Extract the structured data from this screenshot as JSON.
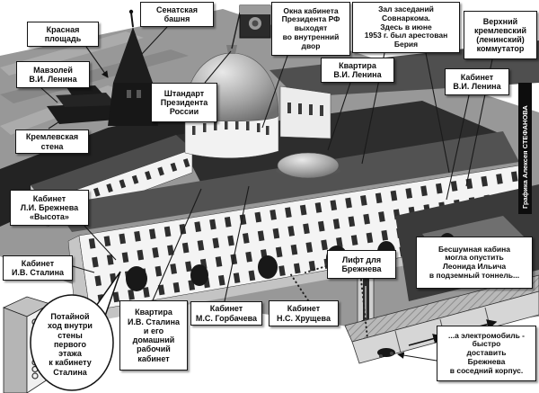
{
  "scene": {
    "credit": "Графика Алексея СТЕФАНОВА",
    "palette": {
      "label_bg": "#ffffff",
      "label_border": "#141414",
      "ground": "#989898",
      "dark_structure": "#1b1b1b",
      "facade": "#f4f4f4",
      "roof": "#525252"
    }
  },
  "callouts": {
    "red_square": {
      "text": "Красная\nплощадь"
    },
    "senate_tower": {
      "text": "Сенатская\nбашня"
    },
    "lenin_mausoleum": {
      "text": "Мавзолей\nВ.И. Ленина"
    },
    "presidential_standard": {
      "text": "Штандарт\nПрезидента\nРоссии"
    },
    "president_office_windows": {
      "text": "Окна кабинета\nПрезидента РФ\nвыходят\nво внутренний\nдвор"
    },
    "sovnarkom_hall": {
      "text": "Зал заседаний\nСовнаркома.\nЗдесь в июне\n1953 г. был арестован\nБерия"
    },
    "kremlin_switchboard": {
      "text": "Верхний\nкремлевский\n(ленинский)\nкоммутатор"
    },
    "lenin_apartment": {
      "text": "Квартира\nВ.И. Ленина"
    },
    "lenin_office": {
      "text": "Кабинет\nВ.И. Ленина"
    },
    "kremlin_wall": {
      "text": "Кремлевская\nстена"
    },
    "brezhnev_office": {
      "text": "Кабинет\nЛ.И. Брежнева\n«Высота»"
    },
    "stalin_office": {
      "text": "Кабинет\nИ.В. Сталина"
    },
    "secret_passage": {
      "text": "Потайной\nход внутри\nстены\nпервого\nэтажа\nк кабинету\nСталина"
    },
    "stalin_apartment": {
      "text": "Квартира\nИ.В. Сталина\nи его\nдомашний\nрабочий\nкабинет"
    },
    "gorbachev_office": {
      "text": "Кабинет\nМ.С. Горбачева"
    },
    "khrushchev_office": {
      "text": "Кабинет\nН.С. Хрущева"
    },
    "brezhnev_lift": {
      "text": "Лифт для\nБрежнева"
    },
    "silent_cabin": {
      "text": "Бесшумная кабина\nмогла опустить\nЛеонида Ильича\nв подземный тоннель..."
    },
    "electromobile": {
      "text": "...а электромобиль -\nбыстро\nдоставить\nБрежнева\nв соседний корпус."
    }
  }
}
